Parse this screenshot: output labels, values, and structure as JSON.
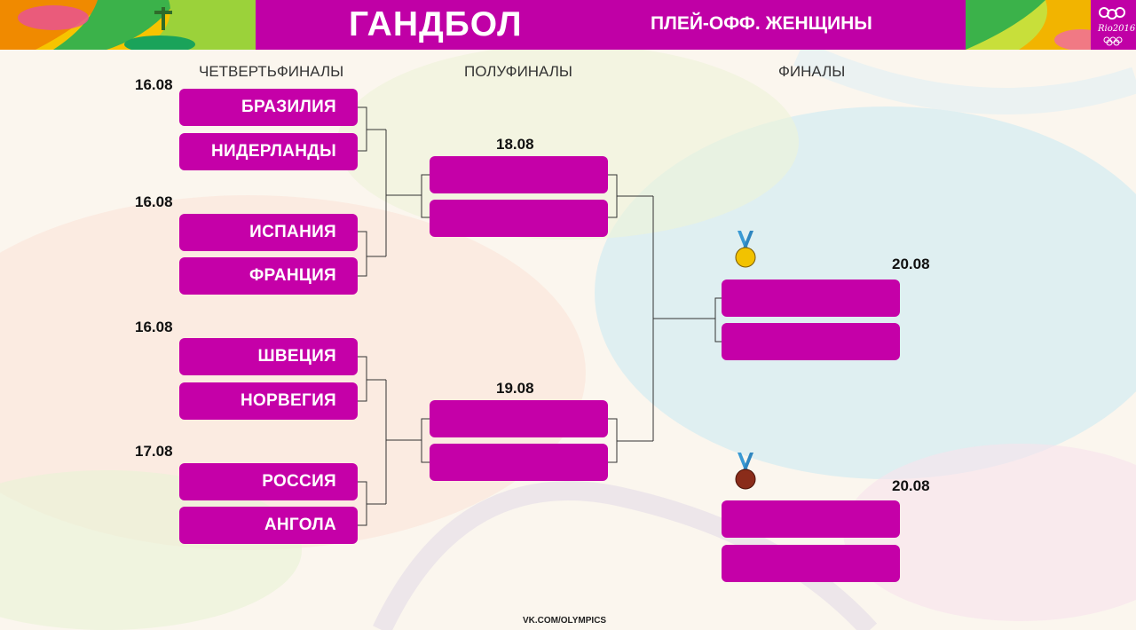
{
  "header": {
    "title": "ГАНДБОЛ",
    "subtitle": "ПЛЕЙ-ОФФ. ЖЕНЩИНЫ",
    "logo_text": "Rio2016"
  },
  "rounds": {
    "quarterfinals": "ЧЕТВЕРТЬФИНАЛЫ",
    "semifinals": "ПОЛУФИНАЛЫ",
    "finals": "ФИНАЛЫ"
  },
  "quarterfinals": [
    {
      "date": "16.08",
      "team1": "БРАЗИЛИЯ",
      "team2": "НИДЕРЛАНДЫ"
    },
    {
      "date": "16.08",
      "team1": "ИСПАНИЯ",
      "team2": "ФРАНЦИЯ"
    },
    {
      "date": "16.08",
      "team1": "ШВЕЦИЯ",
      "team2": "НОРВЕГИЯ"
    },
    {
      "date": "17.08",
      "team1": "РОССИЯ",
      "team2": "АНГОЛА"
    }
  ],
  "semifinals": [
    {
      "date": "18.08",
      "team1": "",
      "team2": ""
    },
    {
      "date": "19.08",
      "team1": "",
      "team2": ""
    }
  ],
  "final": {
    "date": "20.08",
    "team1": "",
    "team2": "",
    "medal": "gold-medal-icon"
  },
  "bronze": {
    "date": "20.08",
    "team1": "",
    "team2": "",
    "medal": "bronze-medal-icon"
  },
  "footer": "VK.COM/OLYMPICS",
  "colors": {
    "accent": "#c500a8",
    "gold": "#f2c200",
    "bronze": "#8a2c1a",
    "ribbon": "#3a9ad4"
  }
}
